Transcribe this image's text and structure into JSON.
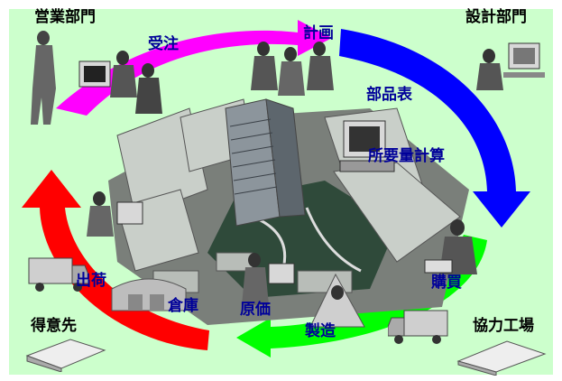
{
  "departments": {
    "sales": "営業部門",
    "design": "設計部門",
    "customer": "得意先",
    "partner_factory": "協力工場"
  },
  "process_steps": {
    "order": "受注",
    "plan": "計画",
    "bom": "部品表",
    "mrp": "所要量計算",
    "purchase": "購買",
    "manufacture": "製造",
    "cost": "原価",
    "warehouse": "倉庫",
    "shipping": "出荷"
  },
  "colors": {
    "background": "#ccffcc",
    "arrow_order": "#ff00ff",
    "arrow_plan": "#0000ff",
    "arrow_manufacture": "#00ff00",
    "arrow_shipping": "#ff0000",
    "process_text": "#000099",
    "department_text": "#000000"
  }
}
